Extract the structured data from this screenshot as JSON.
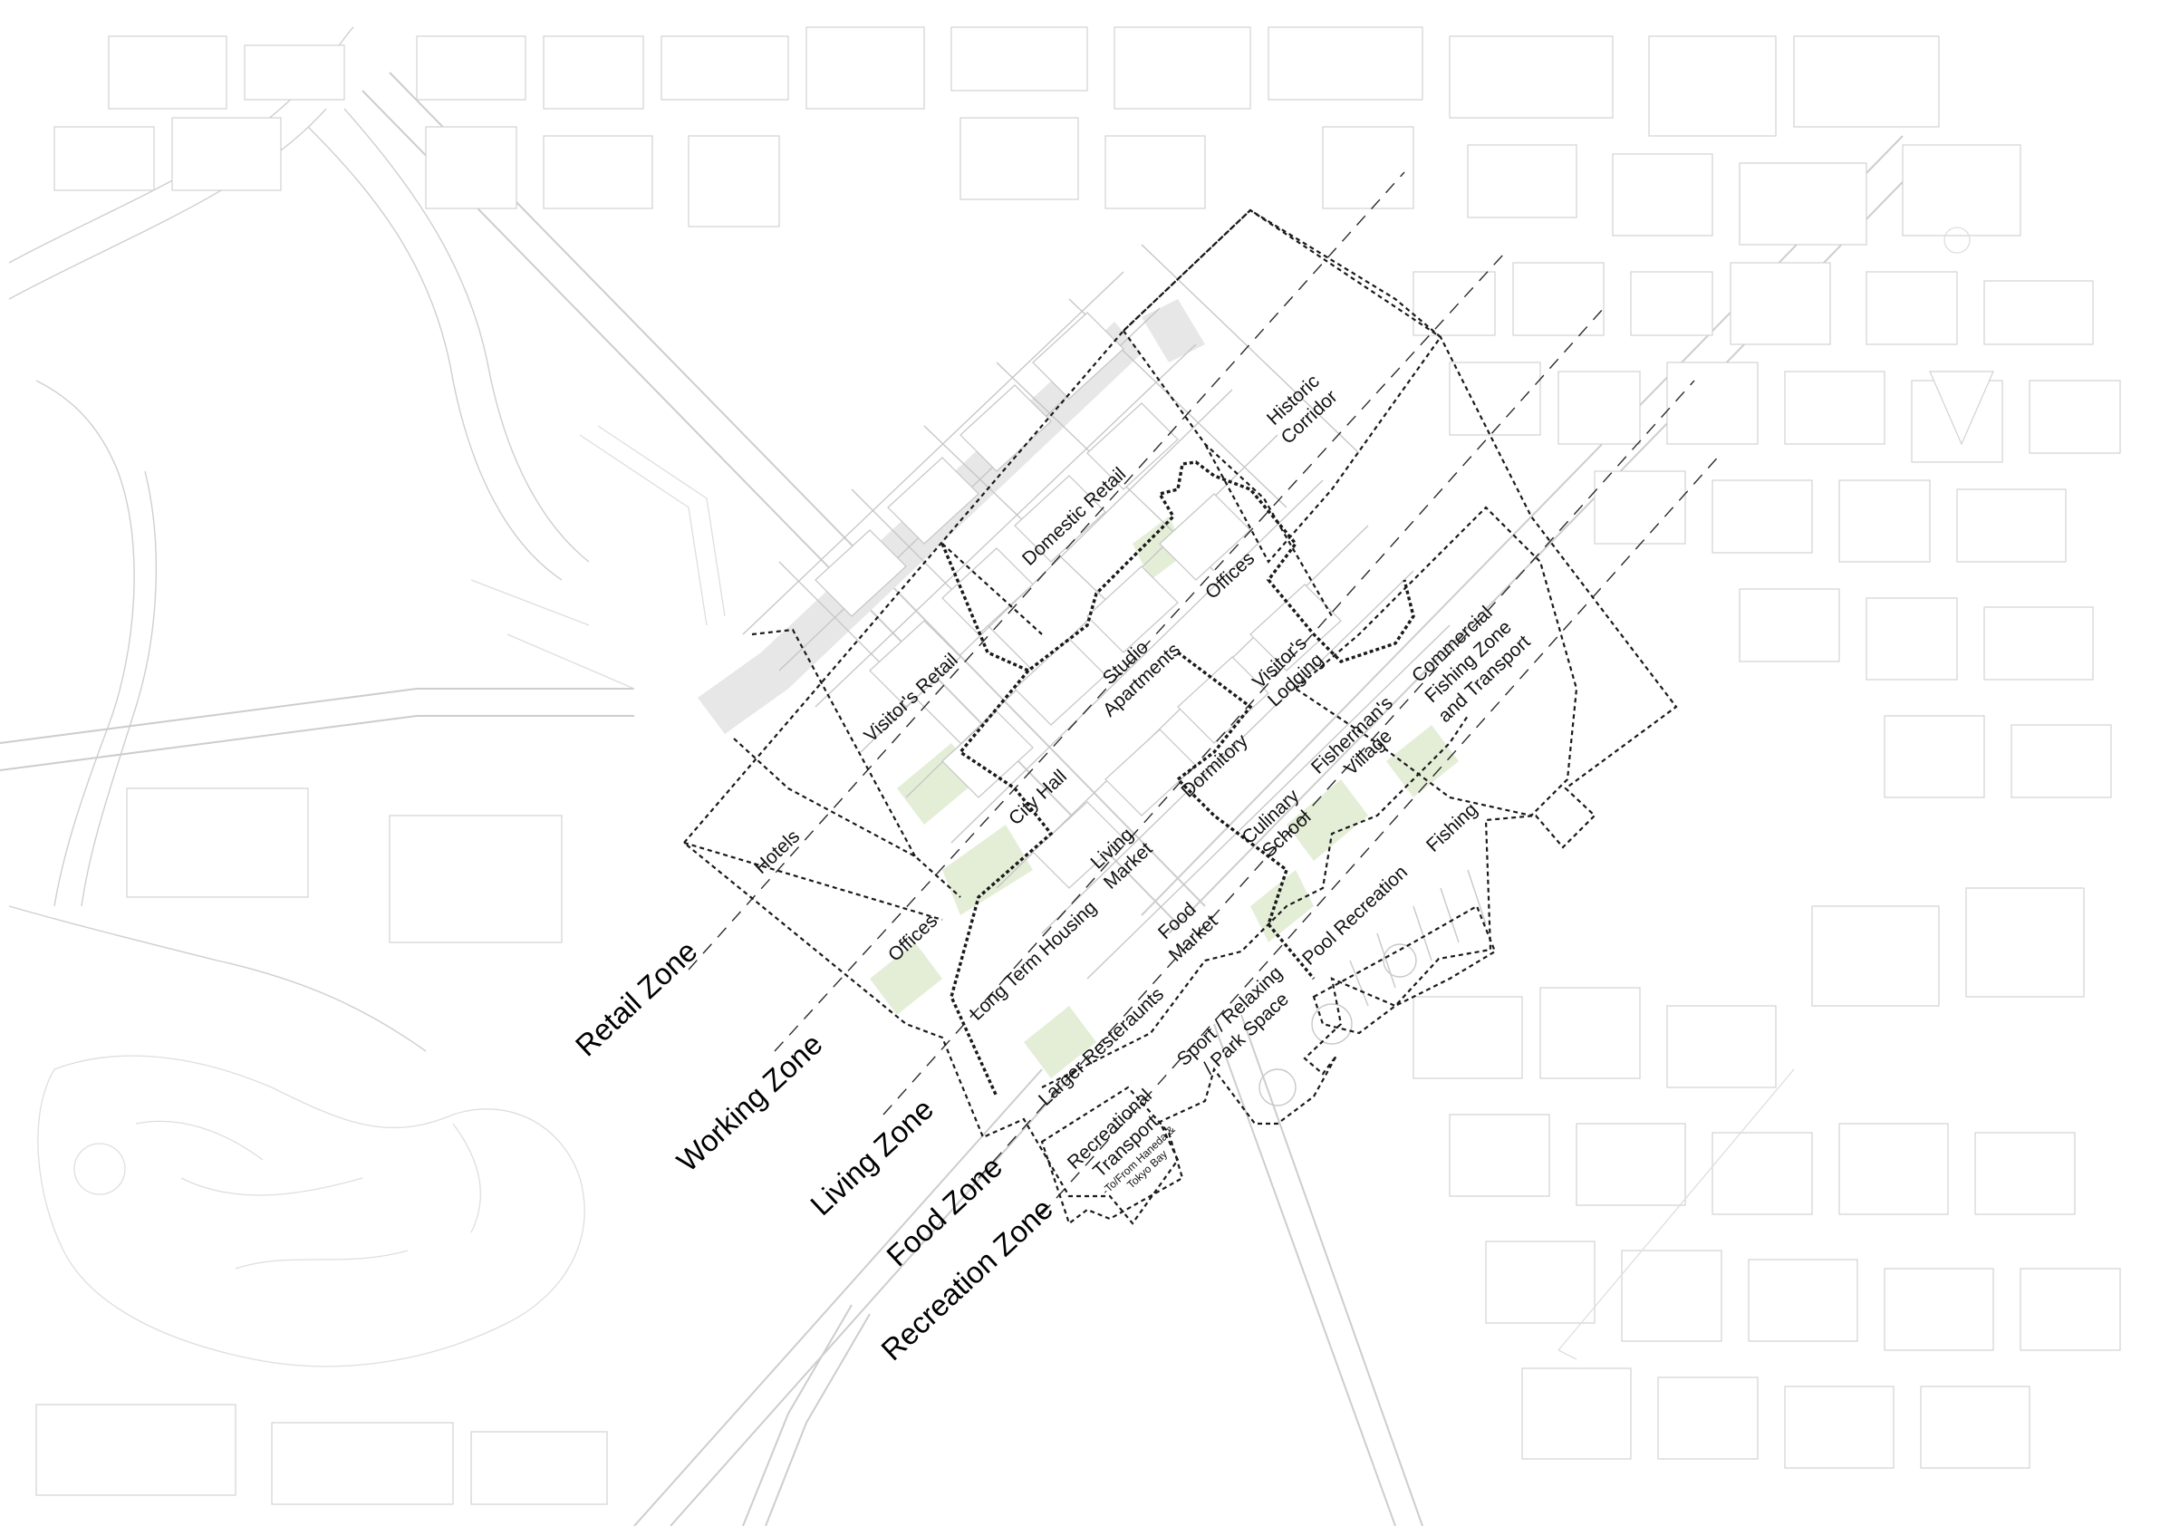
{
  "zones": [
    {
      "id": "retail",
      "label": "Retail Zone"
    },
    {
      "id": "working",
      "label": "Working Zone"
    },
    {
      "id": "living",
      "label": "Living Zone"
    },
    {
      "id": "food",
      "label": "Food Zone"
    },
    {
      "id": "recreation",
      "label": "Recreation Zone"
    }
  ],
  "areas": {
    "hotels": [
      "Hotels"
    ],
    "visitors_retail": [
      "Visitor's Retail"
    ],
    "domestic_retail": [
      "Domestic Retail"
    ],
    "historic_corridor": [
      "Historic",
      "Corridor"
    ],
    "offices_west": [
      "Offices"
    ],
    "city_hall": [
      "City Hall"
    ],
    "studio_apartments": [
      "Studio",
      "Apartments"
    ],
    "offices_north": [
      "Offices"
    ],
    "visitors_lodging": [
      "Visitor's",
      "Lodging"
    ],
    "commercial_fishing": [
      "Commercial",
      "Fishing Zone",
      "and Transport"
    ],
    "long_term_housing": [
      "Long Term Housing"
    ],
    "living_market": [
      "Living",
      "Market"
    ],
    "dormitory": [
      "Dormitory"
    ],
    "fishermans_village": [
      "Fisherman's",
      "Village"
    ],
    "larger_restaurants": [
      "Larger Resteraunts"
    ],
    "food_market": [
      "Food",
      "Market"
    ],
    "culinary_school": [
      "Culinary",
      "School"
    ],
    "fishing": [
      "Fishing"
    ],
    "recreational_transport": [
      "Recreational",
      "Transport",
      "-To/From Haneda &",
      "Tokyo Bay"
    ],
    "sport_park": [
      "Sport / Relaxing",
      "/ Park Space"
    ],
    "pool_recreation": [
      "Pool Recreation"
    ]
  },
  "colors": {
    "background": "#ffffff",
    "basemap_line": "#cdcdcd",
    "park": "#e4eed7",
    "zone_boundary": "#1a1a1a",
    "label": "#111111"
  }
}
